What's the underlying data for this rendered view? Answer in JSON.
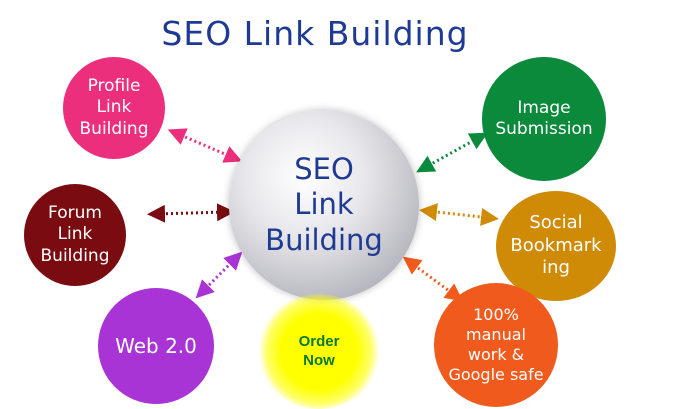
{
  "header": {
    "title": "SEO Link Building"
  },
  "center": {
    "label": "SEO\nLink\nBuilding"
  },
  "nodes": {
    "profile": "Profile\nLink\nBuilding",
    "forum": "Forum\nLink\nBuilding",
    "web": "Web 2.0",
    "image": "Image\nSubmission",
    "social": "Social\nBookmark\ning",
    "manual": "100%\nmanual\nwork &\nGoogle safe"
  },
  "order": {
    "label": "Order\nNow"
  },
  "colors": {
    "title": "#1f3a93",
    "profile": "#ec2f7d",
    "forum": "#7a0c11",
    "web": "#a934d6",
    "image": "#0b8a3c",
    "social": "#cf8b06",
    "manual": "#f05a1c",
    "order_bg": "#ffff00",
    "order_text": "#0a7a2a"
  }
}
